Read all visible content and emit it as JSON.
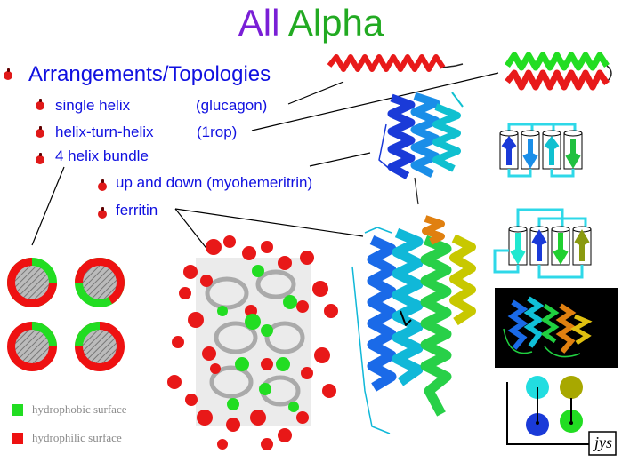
{
  "title": {
    "word1": "All",
    "word2": "Alpha"
  },
  "topics": {
    "heading": "Arrangements/Topologies",
    "items": [
      {
        "label": "single helix",
        "example": "(glucagon)"
      },
      {
        "label": "helix-turn-helix",
        "example": "(1rop)"
      },
      {
        "label": "4 helix bundle",
        "example": ""
      }
    ],
    "subitems": [
      {
        "label": "up and down  (myohemeritrin)"
      },
      {
        "label": "ferritin"
      }
    ]
  },
  "legend": {
    "hydrophobic": {
      "label": "hydrophobic surface",
      "color": "#22dd22"
    },
    "hydrophilic": {
      "label": "hydrophilic surface",
      "color": "#ee1111"
    }
  },
  "signature": "jys",
  "colors": {
    "title_all": "#7a1fd6",
    "title_alpha": "#22aa22",
    "text": "#1010e0",
    "bullet": "#e01818"
  }
}
